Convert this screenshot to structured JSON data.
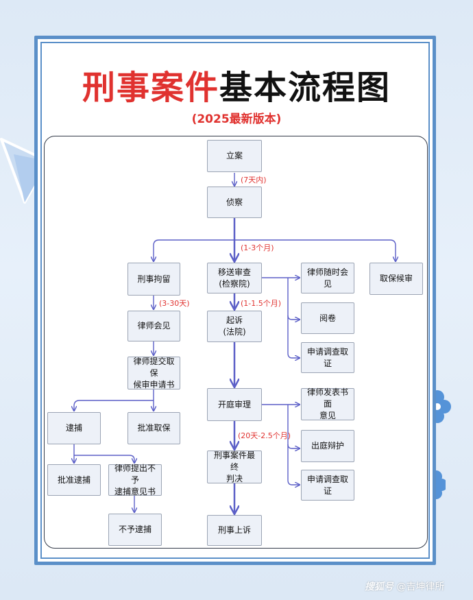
{
  "title": {
    "red": "刑事案件",
    "black": "基本流程图"
  },
  "subtitle": "(2025最新版本)",
  "nodes": {
    "lian": "立案",
    "zhencha": "侦察",
    "xingshijuliu": "刑事拘留",
    "yisongshencha": "移送审查\n(检察院)",
    "lvshisuishihuijian": "律师随时会见",
    "qubaohoushen": "取保候审",
    "lvshihuijian": "律师会见",
    "qisu": "起诉\n(法院)",
    "yuejuan": "阅卷",
    "shenqingdiaochaquzheng_1": "申请调查取证",
    "lvshitijiaoqubao": "律师提交取保\n候审申请书",
    "daibu": "逮捕",
    "pizhunqubao": "批准取保",
    "kaitingshenli": "开庭审理",
    "lvshifabiaoshumian": "律师发表书面\n意见",
    "chutingbianhu": "出庭辩护",
    "pizhundaibu": "批准逮捕",
    "lvshitichubuyu": "律师提出不予\n逮捕意见书",
    "xingshianjianzuizhong": "刑事案件最终\n判决",
    "shenqingdiaochaquzheng_2": "申请调查取证",
    "buyudaibu": "不予逮捕",
    "xingshishangsu": "刑事上诉"
  },
  "labels": {
    "seven_days": "(7天内)",
    "one_three_months": "(1-3个月)",
    "three_thirty_days": "(3-30天)",
    "one_onehalf_months": "(1-1.5个月)",
    "twenty_days": "(20天-2.5个月)"
  },
  "watermark": {
    "logo": "搜狐号",
    "text": "@吉坤律所"
  },
  "colors": {
    "frame": "#5a8fc8",
    "accent_red": "#e0322f",
    "arrow": "#5b5fc7",
    "box_fill": "#edf1f8"
  }
}
